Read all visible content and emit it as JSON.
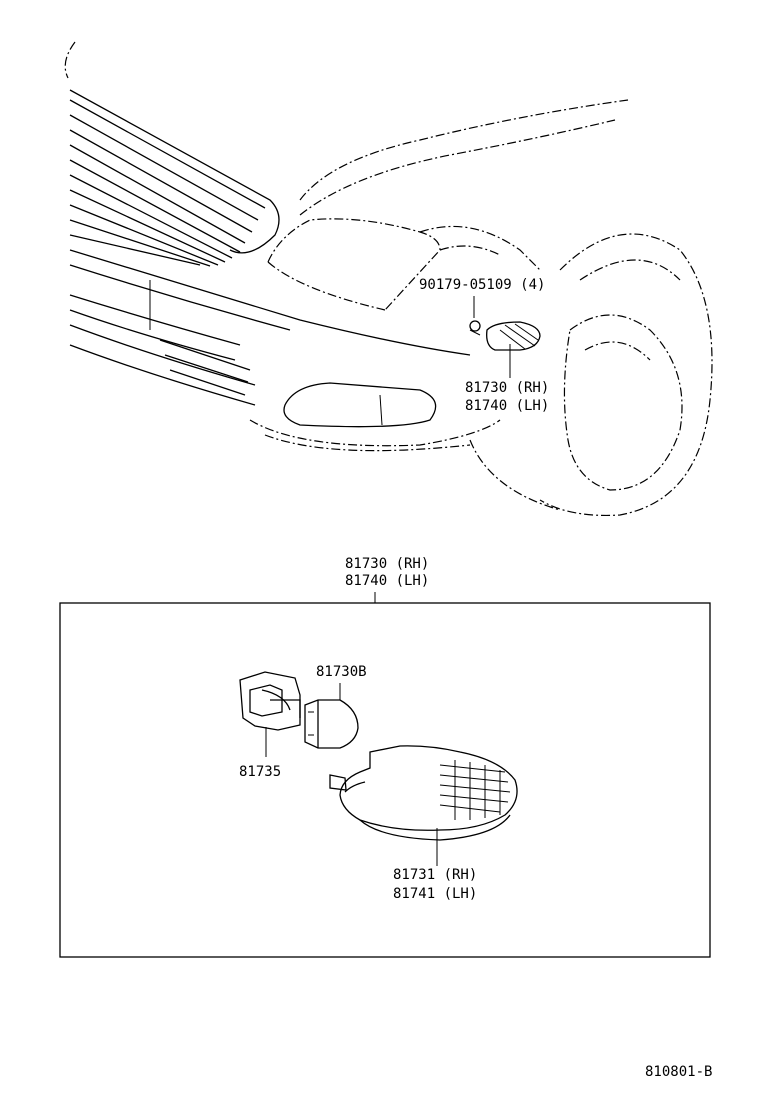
{
  "overview": {
    "retainer_label": "90179-05109 (4)",
    "lamp_rh": "81730 (RH)",
    "lamp_lh": "81740 (LH)"
  },
  "detail": {
    "assembly_rh": "81730 (RH)",
    "assembly_lh": "81740 (LH)",
    "bulb": "81730B",
    "socket": "81735",
    "lens_rh": "81731 (RH)",
    "lens_lh": "81741 (LH)"
  },
  "figure_id": "810801-B"
}
